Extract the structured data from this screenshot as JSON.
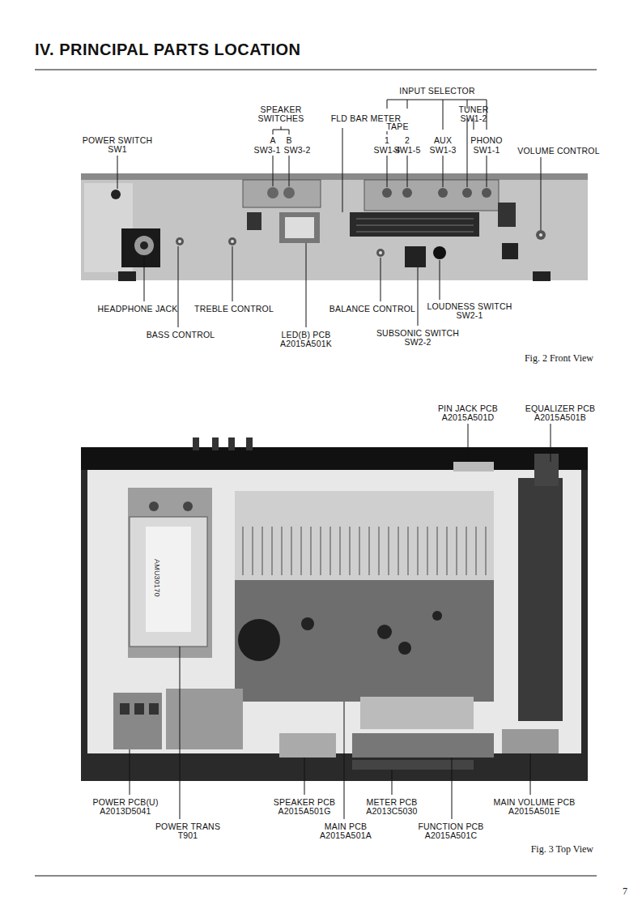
{
  "diagram": {
    "title": "IV. PRINCIPAL PARTS LOCATION",
    "labels": [
      "INPUT SELECTOR",
      "SPEAKER",
      "SWITCHES",
      "FLD BAR METER",
      "TUNER",
      "SW1-2",
      "TAPE",
      "POWER SWITCH",
      "SW1",
      "A",
      "B",
      "1",
      "2",
      "AUX",
      "PHONO",
      "VOLUME CONTROL",
      "SW3-1",
      "SW3-2",
      "SW1-4",
      "SW1-5",
      "SW1-3",
      "SW1-1",
      "HEADPHONE JACK",
      "TREBLE CONTROL",
      "BALANCE CONTROL",
      "LOUDNESS SWITCH",
      "SW2-1",
      "BASS CONTROL",
      "LED(B) PCB",
      "A2015A501K",
      "SUBSONIC SWITCH",
      "SW2-2",
      "Fig. 2  Front View",
      "PIN JACK PCB",
      "A2015A501D",
      "EQUALIZER PCB",
      "A2015A501B",
      "AMU30170",
      "POWER PCB(U)",
      "A2013D5041",
      "SPEAKER PCB",
      "A2015A501G",
      "METER PCB",
      "A2013C5030",
      "MAIN VOLUME PCB",
      "A2015A501E",
      "POWER TRANS",
      "T901",
      "MAIN PCB",
      "A2015A501A",
      "FUNCTION PCB",
      "A2015A501C",
      "Fig. 3  Top View",
      "7"
    ]
  }
}
